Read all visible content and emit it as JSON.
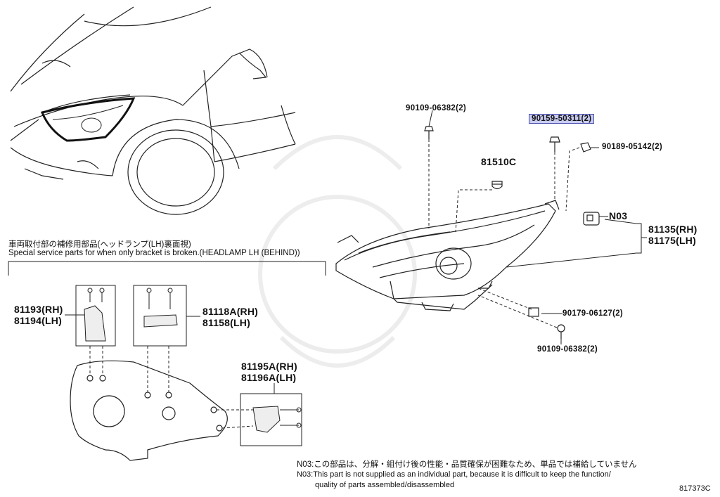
{
  "labels": {
    "bolt_top_left": "90109-06382(2)",
    "bolt_top_right_highlighted": "90159-50311(2)",
    "clip_top_right": "90189-05142(2)",
    "bulb": "81510C",
    "n03_tag": "N03",
    "headlamp_rh": "81135(RH)",
    "headlamp_lh": "81175(LH)",
    "nut_right": "90179-06127(2)",
    "bolt_bottom_right": "90109-06382(2)",
    "bracket_a_rh": "81193(RH)",
    "bracket_a_lh": "81194(LH)",
    "bracket_b_rh": "81118A(RH)",
    "bracket_b_lh": "81158(LH)",
    "bracket_c_rh": "81195A(RH)",
    "bracket_c_lh": "81196A(LH)"
  },
  "service_section": {
    "title_jp": "車両取付部の補修用部品(ヘッドランプ(LH)裏面視)",
    "title_en": "Special service parts for when only bracket is broken.(HEADLAMP LH (BEHIND))"
  },
  "footnote": {
    "jp": "N03:この部品は、分解・組付け後の性能・品質確保が困難なため、単品では補給していません",
    "en_line1": "N03:This part is not supplied as an individual part, because it is difficult to keep the function/",
    "en_line2": "quality of parts assembled/disassembled"
  },
  "diagram_id": "817373C",
  "colors": {
    "highlight": "#c8cbf0",
    "highlight_border": "#4a4fb0",
    "line": "#222222"
  }
}
